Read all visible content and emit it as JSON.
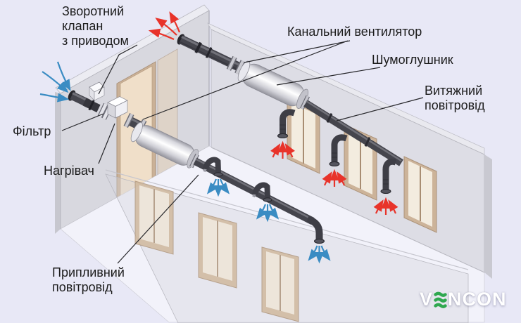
{
  "labels": {
    "backdraft_damper": {
      "lines": [
        "Зворотний",
        "клапан",
        "з приводом"
      ]
    },
    "duct_fan": {
      "lines": [
        "Канальний вентилятор"
      ]
    },
    "silencer": {
      "lines": [
        "Шумоглушник"
      ]
    },
    "exhaust_duct": {
      "lines": [
        "Витяжний",
        "повітровід"
      ]
    },
    "filter": {
      "lines": [
        "Фільтр"
      ]
    },
    "heater": {
      "lines": [
        "Нагрівач"
      ]
    },
    "supply_duct": {
      "lines": [
        "Припливний",
        "повітровід"
      ]
    }
  },
  "logo": {
    "prefix": "V",
    "suffix": "NCON",
    "accent_color": "#2fa84f",
    "text_color": "#ffffff"
  },
  "colors": {
    "background": "#e8e8f6",
    "supply_air_blue": "#3a8cc3",
    "exhaust_air_red": "#e8332a",
    "duct_gray": "#45454d",
    "wall_gray": "#d8d8df",
    "window_tan": "#cbb093",
    "label_text": "#1c1c1c"
  }
}
